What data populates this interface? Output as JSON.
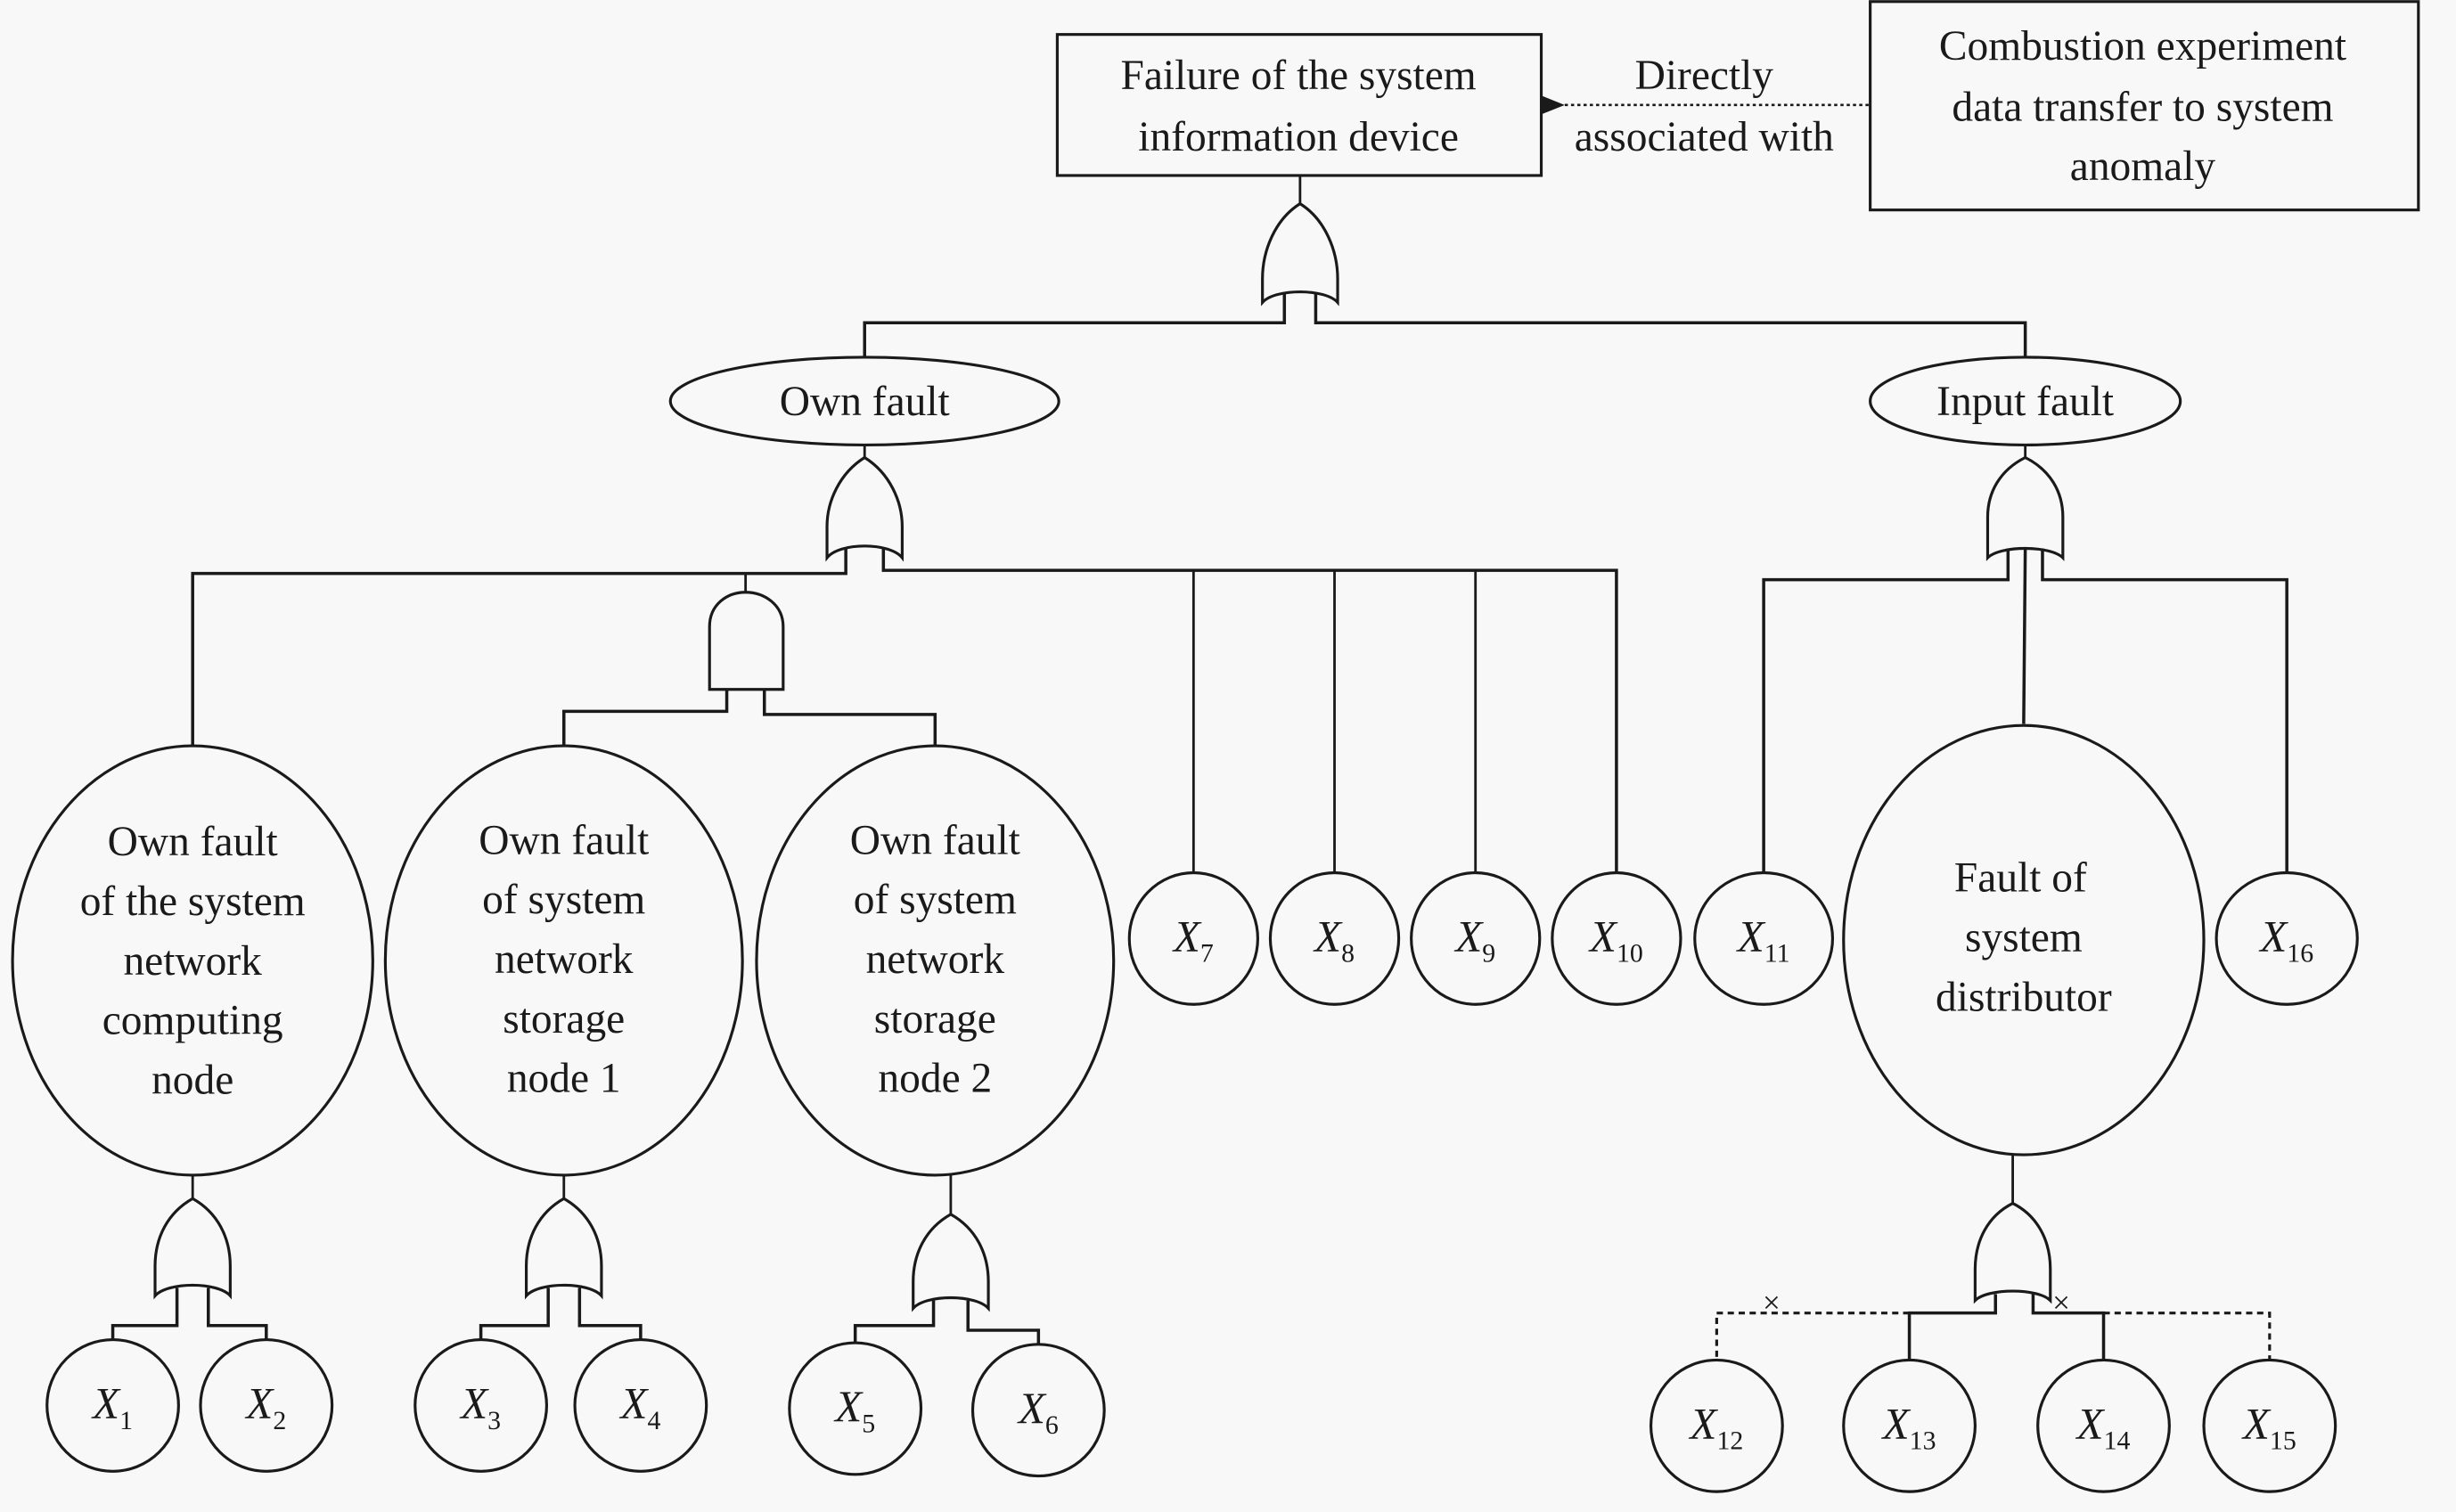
{
  "top_event": {
    "lines": [
      "Failure of the system",
      "information device"
    ]
  },
  "external_event": {
    "lines": [
      "Combustion experiment",
      "data transfer to system",
      "anomaly"
    ]
  },
  "relation": {
    "lines": [
      "Directly",
      "associated with"
    ]
  },
  "intermediate_events": {
    "own_fault": "Own fault",
    "input_fault": "Input fault",
    "computing_node": [
      "Own fault",
      "of the system",
      "network",
      "computing",
      "node"
    ],
    "storage_node_1": [
      "Own fault",
      "of system",
      "network",
      "storage",
      "node 1"
    ],
    "storage_node_2": [
      "Own fault",
      "of system",
      "network",
      "storage",
      "node 2"
    ],
    "distributor": [
      "Fault of",
      "system",
      "distributor"
    ]
  },
  "basic_events": [
    {
      "id": "X1",
      "base": "X",
      "sub": "1"
    },
    {
      "id": "X2",
      "base": "X",
      "sub": "2"
    },
    {
      "id": "X3",
      "base": "X",
      "sub": "3"
    },
    {
      "id": "X4",
      "base": "X",
      "sub": "4"
    },
    {
      "id": "X5",
      "base": "X",
      "sub": "5"
    },
    {
      "id": "X6",
      "base": "X",
      "sub": "6"
    },
    {
      "id": "X7",
      "base": "X",
      "sub": "7"
    },
    {
      "id": "X8",
      "base": "X",
      "sub": "8"
    },
    {
      "id": "X9",
      "base": "X",
      "sub": "9"
    },
    {
      "id": "X10",
      "base": "X",
      "sub": "10"
    },
    {
      "id": "X11",
      "base": "X",
      "sub": "11"
    },
    {
      "id": "X12",
      "base": "X",
      "sub": "12"
    },
    {
      "id": "X13",
      "base": "X",
      "sub": "13"
    },
    {
      "id": "X14",
      "base": "X",
      "sub": "14"
    },
    {
      "id": "X15",
      "base": "X",
      "sub": "15"
    },
    {
      "id": "X16",
      "base": "X",
      "sub": "16"
    }
  ],
  "gates": {
    "top": "OR",
    "own_fault": "OR",
    "storage_pair": "AND",
    "input_fault": "OR",
    "computing_node": "OR",
    "storage_node_1": "OR",
    "storage_node_2": "OR",
    "distributor": "OR"
  },
  "disabled_links": {
    "mark": "×",
    "events": [
      "X12",
      "X15"
    ]
  }
}
